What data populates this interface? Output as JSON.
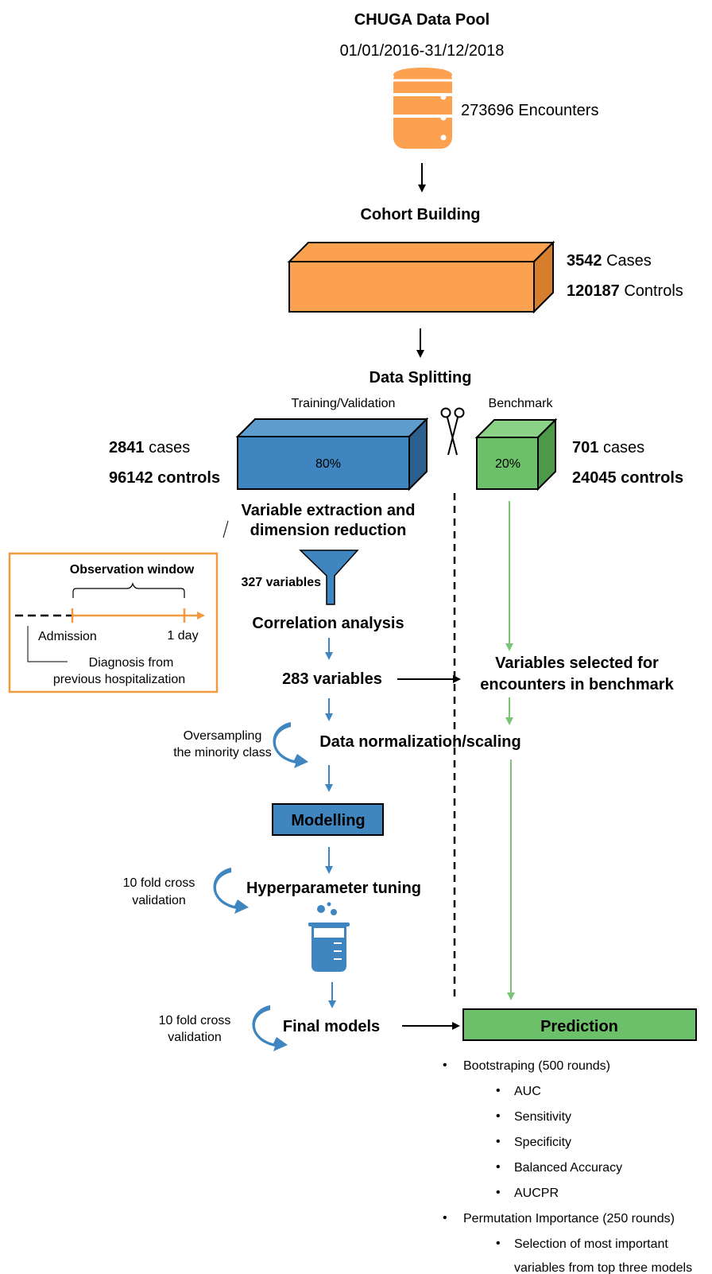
{
  "header": {
    "title": "CHUGA Data Pool",
    "date_range": "01/01/2016-31/12/2018",
    "encounters": "273696 Encounters"
  },
  "cohort": {
    "title": "Cohort Building",
    "cases_num": "3542",
    "cases_word": "Cases",
    "controls_num": "120187",
    "controls_word": "Controls"
  },
  "split": {
    "title": "Data Splitting",
    "train_label": "Training/Validation",
    "bench_label": "Benchmark",
    "train_pct": "80%",
    "bench_pct": "20%",
    "train_cases_num": "2841",
    "train_cases_word": "cases",
    "train_controls": "96142 controls",
    "bench_cases_num": "701",
    "bench_cases_word": "cases",
    "bench_controls": "24045 controls"
  },
  "pipeline": {
    "extraction_line1": "Variable extraction and",
    "extraction_line2": "dimension reduction",
    "funnel_label": "327 variables",
    "correlation": "Correlation analysis",
    "variables283": "283 variables",
    "bench_vars_line1": "Variables selected for",
    "bench_vars_line2": "encounters in benchmark",
    "oversampling_line1": "Oversampling",
    "oversampling_line2": "the minority class",
    "normalization": "Data normalization/scaling",
    "modelling": "Modelling",
    "cv1_line1": "10 fold cross",
    "cv1_line2": "validation",
    "hyperparameter": "Hyperparameter tuning",
    "cv2_line1": "10 fold cross",
    "cv2_line2": "validation",
    "final_models": "Final models",
    "prediction": "Prediction"
  },
  "observation": {
    "title": "Observation window",
    "admission": "Admission",
    "one_day": "1 day",
    "diagnosis_line1": "Diagnosis from",
    "diagnosis_line2": "previous hospitalization"
  },
  "results": {
    "bullet1": "Bootstraping (500 rounds)",
    "metrics": [
      "AUC",
      "Sensitivity",
      "Specificity",
      "Balanced Accuracy",
      "AUCPR"
    ],
    "bullet2": "Permutation Importance (250 rounds)",
    "sub2_line1": "Selection of most important",
    "sub2_line2": "variables from top three models"
  },
  "colors": {
    "orange": "#FBA14F",
    "orange_dark": "#D57E2E",
    "orange_border": "#F39A3F",
    "blue": "#3F86C0",
    "blue_light": "#5E9CCD",
    "blue_dark": "#2B5F8E",
    "green": "#6DC06A",
    "green_light": "#8BD287",
    "green_dark": "#4D9A4A",
    "green_arrow": "#7CC576"
  }
}
